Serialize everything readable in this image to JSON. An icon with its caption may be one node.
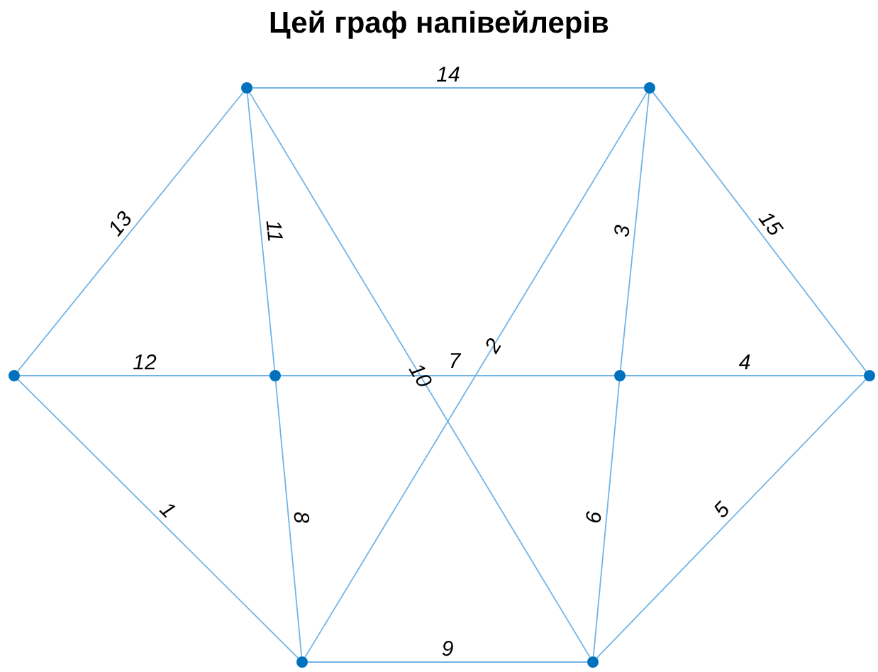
{
  "diagram": {
    "title": "Цей граф напівейлерів",
    "nodes": [
      {
        "text": [],
        "shape": "circle"
      },
      {
        "text": [],
        "shape": "circle"
      },
      {
        "text": [],
        "shape": "circle"
      },
      {
        "text": [],
        "shape": "circle"
      },
      {
        "text": [],
        "shape": "circle"
      },
      {
        "text": [],
        "shape": "circle"
      },
      {
        "text": [],
        "shape": "circle"
      },
      {
        "text": [],
        "shape": "circle"
      }
    ],
    "edges": [
      {
        "from": 2,
        "to": 6,
        "arrow": "none",
        "label": "1"
      },
      {
        "from": 1,
        "to": 6,
        "arrow": "none",
        "label": "2"
      },
      {
        "from": 1,
        "to": 4,
        "arrow": "none",
        "label": "3"
      },
      {
        "from": 4,
        "to": 5,
        "arrow": "none",
        "label": "4"
      },
      {
        "from": 5,
        "to": 7,
        "arrow": "none",
        "label": "5"
      },
      {
        "from": 4,
        "to": 7,
        "arrow": "none",
        "label": "6"
      },
      {
        "from": 3,
        "to": 4,
        "arrow": "none",
        "label": "7"
      },
      {
        "from": 3,
        "to": 6,
        "arrow": "none",
        "label": "8"
      },
      {
        "from": 6,
        "to": 7,
        "arrow": "none",
        "label": "9"
      },
      {
        "from": 0,
        "to": 7,
        "arrow": "none",
        "label": "10"
      },
      {
        "from": 0,
        "to": 3,
        "arrow": "none",
        "label": "11"
      },
      {
        "from": 2,
        "to": 3,
        "arrow": "none",
        "label": "12"
      },
      {
        "from": 0,
        "to": 2,
        "arrow": "none",
        "label": "13"
      },
      {
        "from": 0,
        "to": 1,
        "arrow": "none",
        "label": "14"
      },
      {
        "from": 1,
        "to": 5,
        "arrow": "none",
        "label": "15"
      }
    ]
  }
}
